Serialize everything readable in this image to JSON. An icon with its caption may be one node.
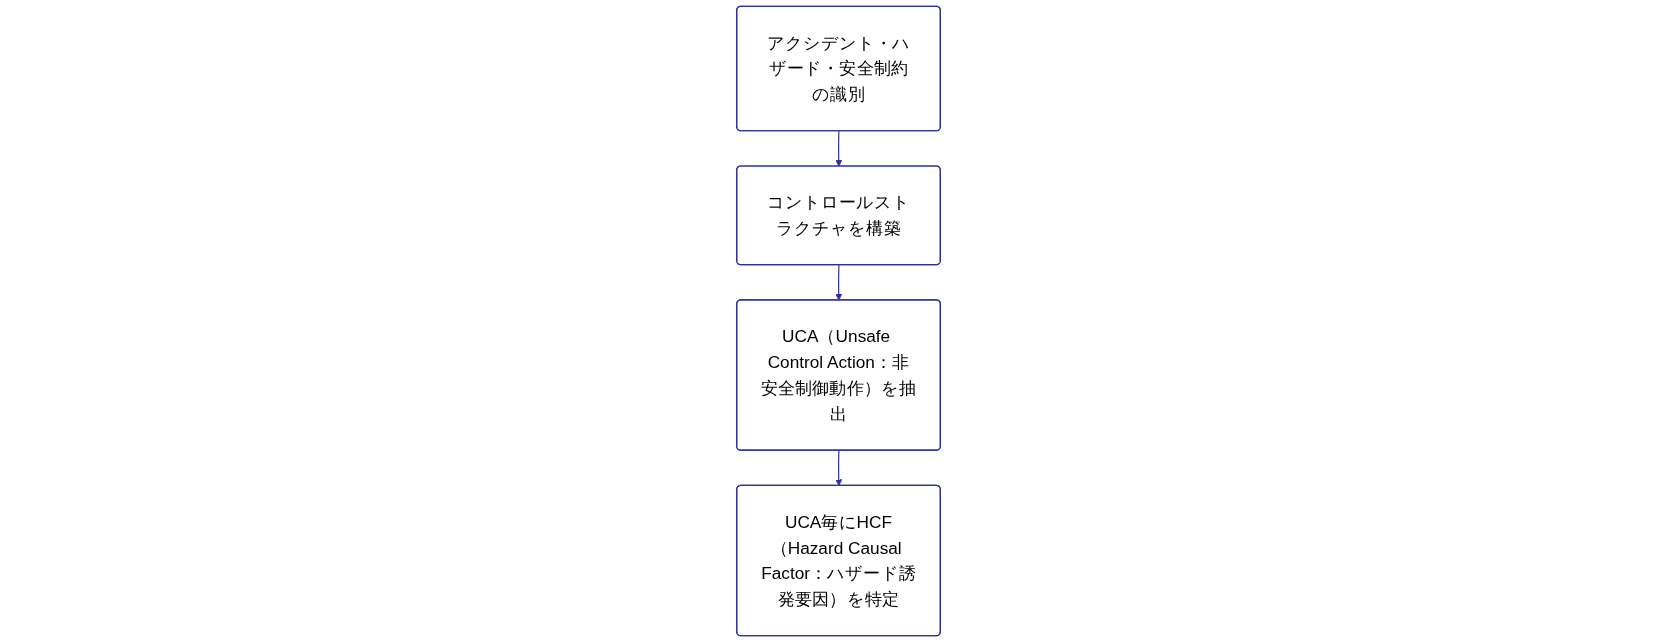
{
  "diagram": {
    "nodes": [
      {
        "text": [
          "アクシデント・ハザード・安全制約の識別"
        ]
      },
      {
        "text": [
          "コントロールストラクチャを構築"
        ]
      },
      {
        "text": [
          "UCA（Unsafe Control Action：非安全制御動作）を抽出"
        ]
      },
      {
        "text": [
          "UCA毎にHCF（Hazard Causal Factor：ハザード誘発要因）を特定"
        ]
      }
    ],
    "edges": [
      {
        "from": 0,
        "to": 1,
        "arrow": "to"
      },
      {
        "from": 1,
        "to": 2,
        "arrow": "to"
      },
      {
        "from": 2,
        "to": 3,
        "arrow": "to"
      }
    ]
  }
}
